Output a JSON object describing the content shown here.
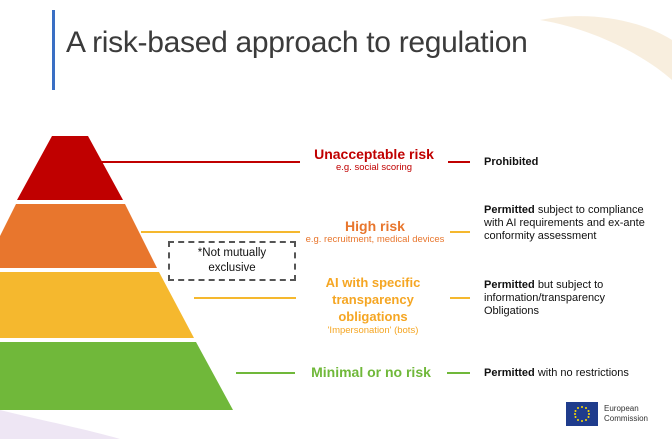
{
  "slide": {
    "title": "A risk-based approach to regulation"
  },
  "tiers": [
    {
      "name": "Unacceptable risk",
      "example": "e.g. social scoring",
      "treatment_bold": "Prohibited",
      "treatment_rest": "",
      "color": "#c00000"
    },
    {
      "name": "High risk",
      "example": "e.g. recruitment, medical devices",
      "treatment_bold": "Permitted",
      "treatment_rest": "subject to compliance with AI requirements and ex-ante conformity assessment",
      "color": "#e8762d"
    },
    {
      "name": "AI with specific transparency obligations",
      "example": "'Impersonation' (bots)",
      "treatment_bold": "Permitted",
      "treatment_rest": "but subject to information/transparency Obligations",
      "color": "#f5b82e"
    },
    {
      "name": "Minimal or no risk",
      "example": "",
      "treatment_bold": "Permitted",
      "treatment_rest": "with no restrictions",
      "color": "#70b83a"
    }
  ],
  "note": {
    "line1": "*Not mutually",
    "line2": "exclusive"
  },
  "logo": {
    "line1": "European",
    "line2": "Commission"
  }
}
